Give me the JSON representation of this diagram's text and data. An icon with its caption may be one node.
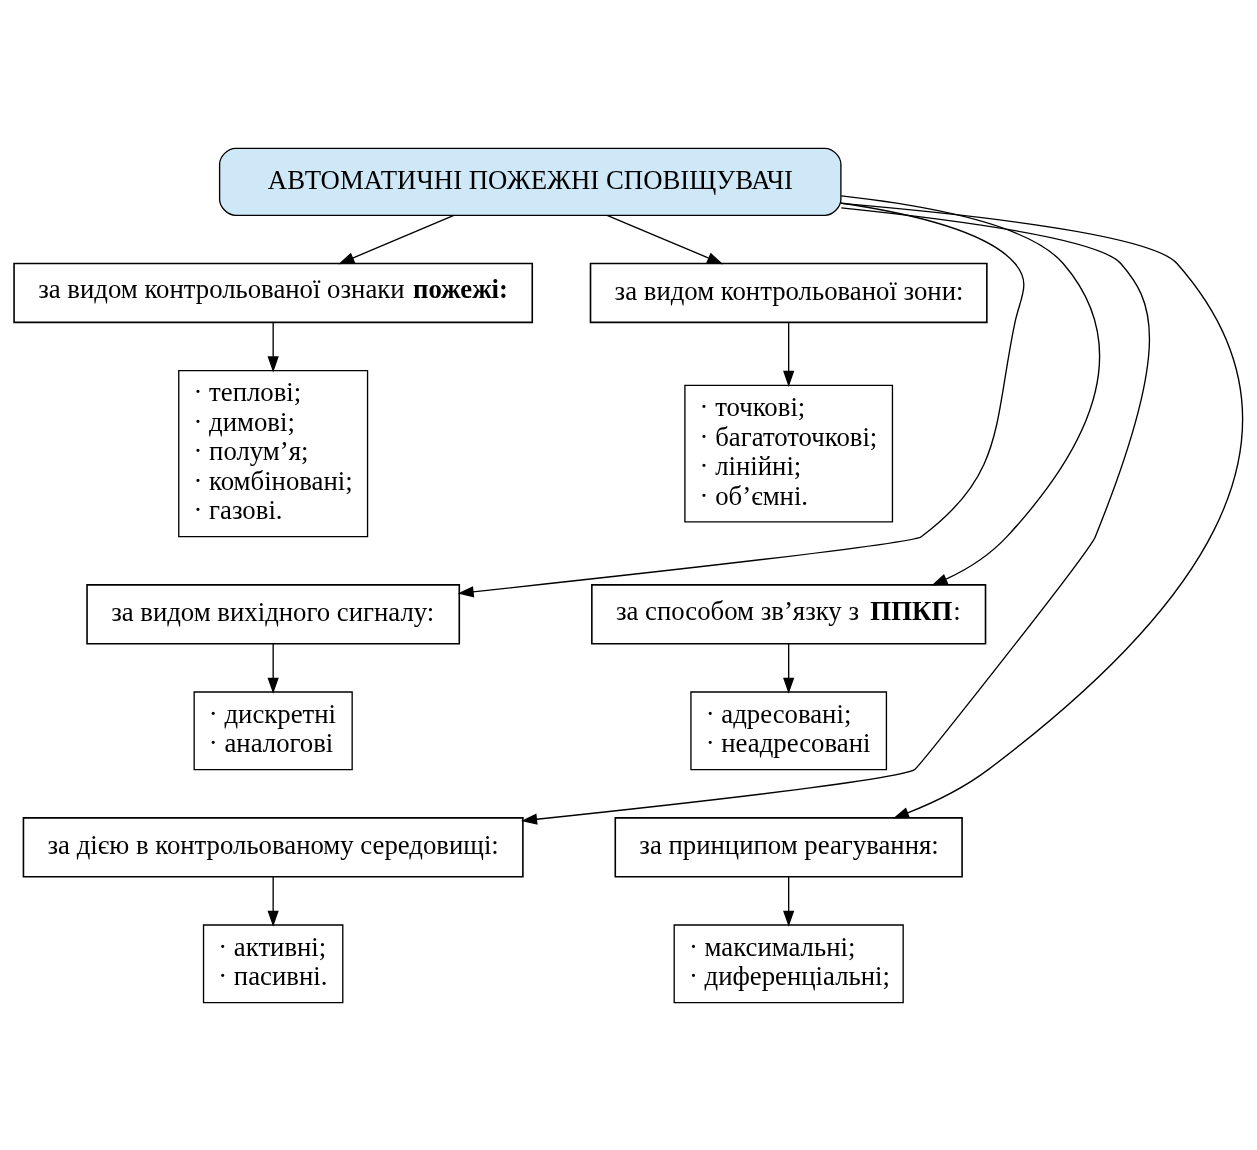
{
  "diagram": {
    "nodes": [
      {
        "text": [
          "АВТОМАТИЧНІ ПОЖЕЖНІ СПОВІЩУВАЧІ"
        ]
      },
      {
        "text": [
          "за видом контрольованої ознаки **пожежі:**"
        ]
      },
      {
        "text": [
          "· теплові;",
          "· димові;",
          "· полум’я;",
          "· комбіновані;",
          "· газові."
        ]
      },
      {
        "text": [
          "за видом контрольованої зони:"
        ]
      },
      {
        "text": [
          "· точкові;",
          "· багатоточкові;",
          "· лінійні;",
          "· об’ємні."
        ]
      },
      {
        "text": [
          "за видом вихідного сигналу:"
        ]
      },
      {
        "text": [
          "· дискретні",
          "· аналогові"
        ]
      },
      {
        "text": [
          "за способом зв’язку з **ППКП**:"
        ]
      },
      {
        "text": [
          "· адресовані;",
          "· неадресовані"
        ]
      },
      {
        "text": [
          "за дією в контрольованому середовищі:"
        ]
      },
      {
        "text": [
          "· активні;",
          "· пасивні."
        ]
      },
      {
        "text": [
          "за принципом реагування:"
        ]
      },
      {
        "text": [
          "· максимальні;",
          "· диференціальні;"
        ]
      }
    ],
    "edges": [
      {
        "from": 0,
        "to": 1,
        "arrow": "to"
      },
      {
        "from": 0,
        "to": 3,
        "arrow": "to"
      },
      {
        "from": 0,
        "to": 5,
        "arrow": "to"
      },
      {
        "from": 0,
        "to": 7,
        "arrow": "to"
      },
      {
        "from": 0,
        "to": 9,
        "arrow": "to"
      },
      {
        "from": 0,
        "to": 11,
        "arrow": "to"
      },
      {
        "from": 1,
        "to": 2,
        "arrow": "to"
      },
      {
        "from": 3,
        "to": 4,
        "arrow": "to"
      },
      {
        "from": 5,
        "to": 6,
        "arrow": "to"
      },
      {
        "from": 7,
        "to": 8,
        "arrow": "to"
      },
      {
        "from": 9,
        "to": 10,
        "arrow": "to"
      },
      {
        "from": 11,
        "to": 12,
        "arrow": "to"
      }
    ]
  }
}
